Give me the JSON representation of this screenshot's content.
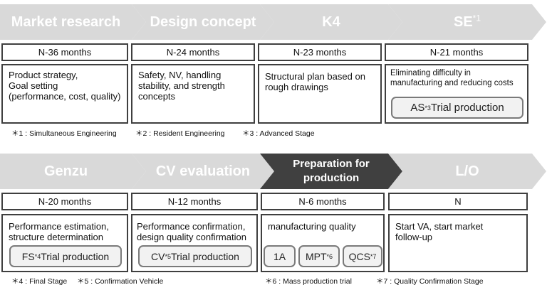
{
  "row1": {
    "stages": [
      {
        "label": "Market research"
      },
      {
        "label": "Design concept"
      },
      {
        "label": "K4"
      },
      {
        "label": "SE",
        "sup": "*1"
      }
    ],
    "durations": [
      "N-36 months",
      "N-24 months",
      "N-23 months",
      "N-21 months"
    ],
    "descriptions": [
      "Product strategy,\nGoal setting\n(performance, cost, quality)",
      "Safety, NV, handling stability, and strength concepts",
      "Structural plan based on rough drawings",
      "Eliminating difficulty in manufacturing and reducing costs"
    ],
    "trial": {
      "prefix": "AS",
      "sup": "*3",
      "suffix": "Trial production"
    },
    "notes": [
      "＊1 : Simultaneous Engineering",
      "＊2 : Resident Engineering",
      "＊3 : Advanced Stage"
    ]
  },
  "row2": {
    "stages": [
      {
        "label": "Genzu"
      },
      {
        "label": "CV evaluation"
      },
      {
        "label": "Preparation for\nproduction"
      },
      {
        "label": "L/O"
      }
    ],
    "durations": [
      "N-20 months",
      "N-12 months",
      "N-6 months",
      "N"
    ],
    "descriptions": [
      "Performance estimation,\nstructure determination",
      "Performance confirmation,\ndesign quality confirmation",
      "manufacturing quality",
      "Start VA, start market\nfollow-up"
    ],
    "trials": [
      {
        "prefix": "FS",
        "sup": "*4",
        "suffix": "Trial production"
      },
      {
        "prefix": "CV",
        "sup": "*5",
        "suffix": "Trial production"
      }
    ],
    "prep_pills": [
      {
        "prefix": "1A",
        "sup": ""
      },
      {
        "prefix": "MPT",
        "sup": "*6"
      },
      {
        "prefix": "QCS",
        "sup": "*7"
      }
    ],
    "notes": [
      "＊4 : Final Stage",
      "＊5 : Confirmation Vehicle",
      "＊6 : Mass production trial",
      "＊7 : Quality Confirmation Stage"
    ]
  },
  "colors": {
    "chevron_light": "#d9d9d9",
    "chevron_dark": "#404040",
    "border": "#3f3f3f",
    "pill_bg": "#f2f2f2",
    "pill_border": "#7a7a7a"
  }
}
